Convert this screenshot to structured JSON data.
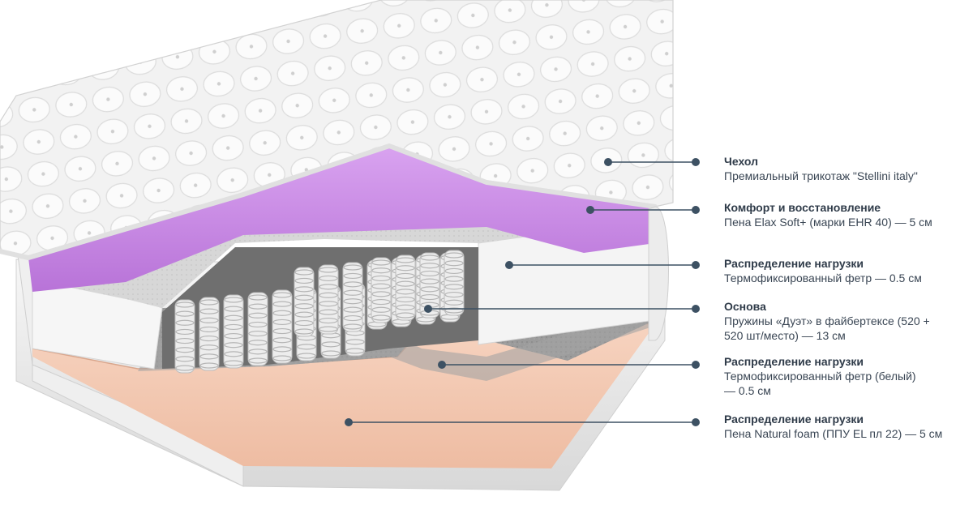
{
  "layers": [
    {
      "title": "Чехол",
      "description": "Премиальный трикотаж \"Stellini italy\""
    },
    {
      "title": "Комфорт и восстановление",
      "description": "Пена Elax Soft+ (марки EHR 40) — 5 см"
    },
    {
      "title": "Распределение нагрузки",
      "description": "Термофиксированный фетр — 0.5 см"
    },
    {
      "title": "Основа",
      "description": "Пружины «Дуэт» в файбертексе (520 +\n520 шт/место) — 13 см"
    },
    {
      "title": "Распределение нагрузки",
      "description": "Термофиксированный фетр (белый)\n— 0.5 см"
    },
    {
      "title": "Распределение нагрузки",
      "description": "Пена Natural foam (ППУ EL пл 22) — 5 см"
    }
  ],
  "colors": {
    "leader": "#3d5163",
    "cover": "#f3f3f3",
    "comfort_foam": "#c98ae6",
    "felt_grey": "#9a9a9a",
    "base_foam": "#f3c9b2"
  }
}
